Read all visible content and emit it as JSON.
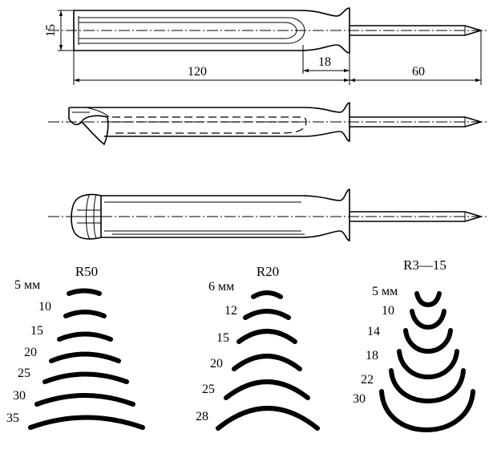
{
  "dimensions": {
    "diameter": "15",
    "handle_length": "120",
    "neck_length": "18",
    "blade_length": "60"
  },
  "profile_sets": [
    {
      "radius": "R50",
      "sizes": [
        "5 мм",
        "10",
        "15",
        "20",
        "25",
        "30",
        "35"
      ]
    },
    {
      "radius": "R20",
      "sizes": [
        "6 мм",
        "12",
        "15",
        "20",
        "25",
        "28"
      ]
    },
    {
      "radius": "R3—15",
      "sizes": [
        "5 мм",
        "10",
        "14",
        "18",
        "22",
        "30"
      ]
    }
  ]
}
